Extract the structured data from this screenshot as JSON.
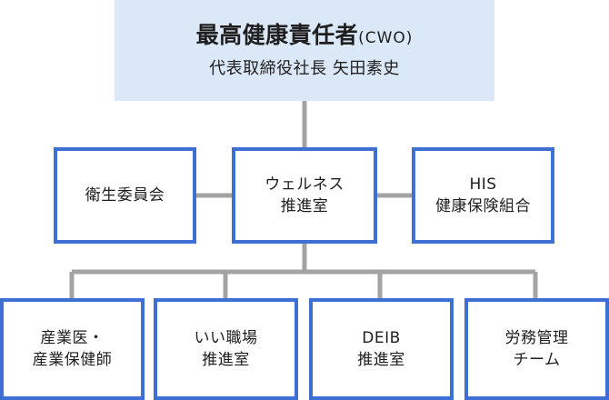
{
  "colors": {
    "top_box_fill": "#dbe8f8",
    "node_border": "#3d6fd4",
    "connector": "#a3a3a3"
  },
  "top": {
    "title": "最高健康責任者",
    "title_suffix": "(CWO)",
    "subtitle": "代表取締役社長 矢田素史"
  },
  "middle": {
    "left": [
      "衛生委員会"
    ],
    "center": [
      "ウェルネス",
      "推進室"
    ],
    "right": [
      "HIS",
      "健康保険組合"
    ]
  },
  "bottom": [
    [
      "産業医・",
      "産業保健師"
    ],
    [
      "いい職場",
      "推進室"
    ],
    [
      "DEIB",
      "推進室"
    ],
    [
      "労務管理",
      "チーム"
    ]
  ]
}
